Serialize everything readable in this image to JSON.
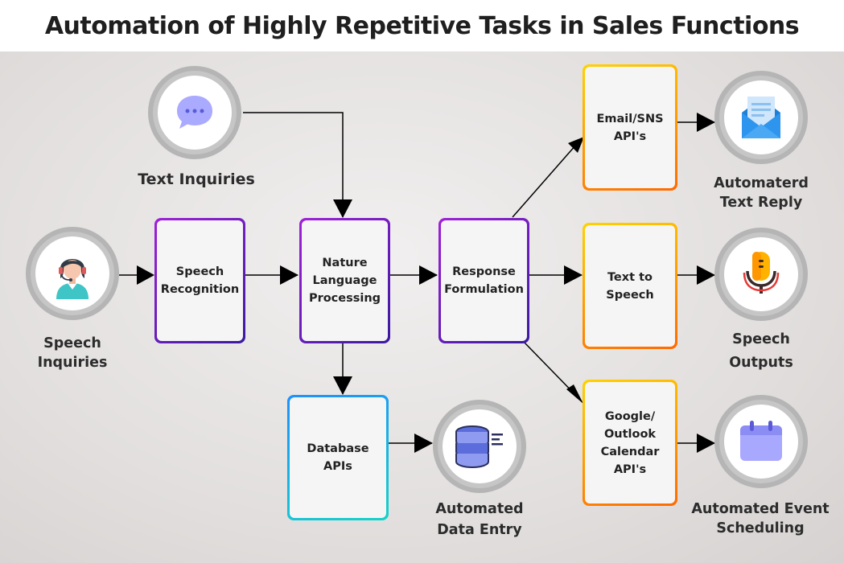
{
  "title": "Automation of Highly Repetitive Tasks in Sales Functions",
  "boxes": {
    "speech_recognition": "Speech\nRecognition",
    "nlp": "Nature\nLanguage\nProcessing",
    "response": "Response\nFormulation",
    "email": "Email/SNS\nAPI's",
    "tts": "Text to\nSpeech",
    "calendar": "Google/\nOutlook\nCalendar\nAPI's",
    "database": "Database\nAPIs"
  },
  "labels": {
    "text_inquiries": "Text Inquiries",
    "speech_inquiries": "Speech\nInquiries",
    "text_reply": "Automaterd\nText Reply",
    "speech_outputs": "Speech\nOutputs",
    "event_scheduling": "Automated Event\nScheduling",
    "data_entry": "Automated\nData Entry"
  },
  "icons": {
    "text": "chat-bubble-icon",
    "speech": "call-center-agent-icon",
    "reply": "open-envelope-icon",
    "speech_out": "microphone-icon",
    "calendar": "calendar-icon",
    "database": "database-icon"
  },
  "colors": {
    "purple_border": "#9b22d6",
    "orange_border": "#ff9a00",
    "blue_border": "#1ea0f0",
    "arrow": "#000000"
  }
}
